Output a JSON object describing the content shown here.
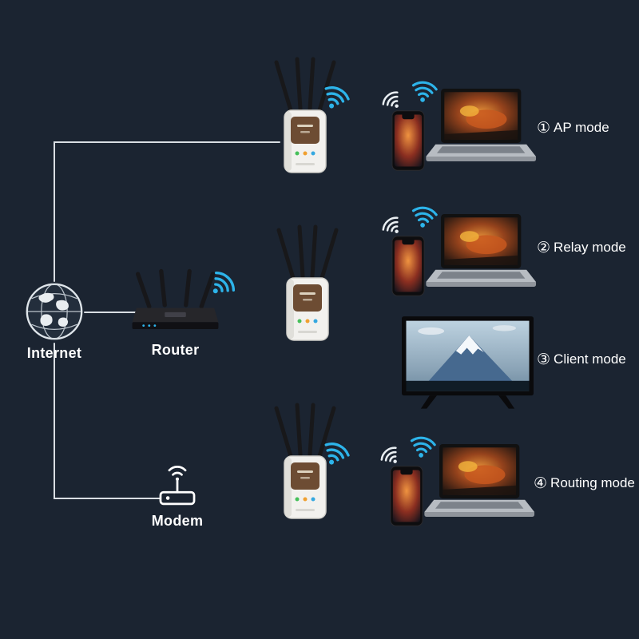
{
  "background": "#1b2431",
  "colors": {
    "wifi_accent": "#2db4ea",
    "connector_line": "#d9dee3",
    "text": "#ffffff",
    "repeater_panel": "#6d4c33"
  },
  "nodes": {
    "internet_label": "Internet",
    "router_label": "Router",
    "modem_label": "Modem"
  },
  "modes": [
    {
      "badge": "①",
      "label": "AP mode"
    },
    {
      "badge": "②",
      "label": "Relay mode"
    },
    {
      "badge": "③",
      "label": "Client mode"
    },
    {
      "badge": "④",
      "label": "Routing mode"
    }
  ],
  "icons": {
    "globe-icon": "dark globe with light continents and grid",
    "wifi-signal-icon": "three cyan arcs with dot",
    "wifi-signal-icon-white": "three white arcs with dot",
    "modem-icon": "white outline box with antenna and arcs",
    "router-device": "black router with four antennas",
    "wifi-repeater-device": "white wall repeater with four antennas and brown panel",
    "laptop-device": "laptop showing game artwork",
    "smartphone-device": "phone showing game artwork",
    "tv-device": "television showing snowy mountain"
  }
}
